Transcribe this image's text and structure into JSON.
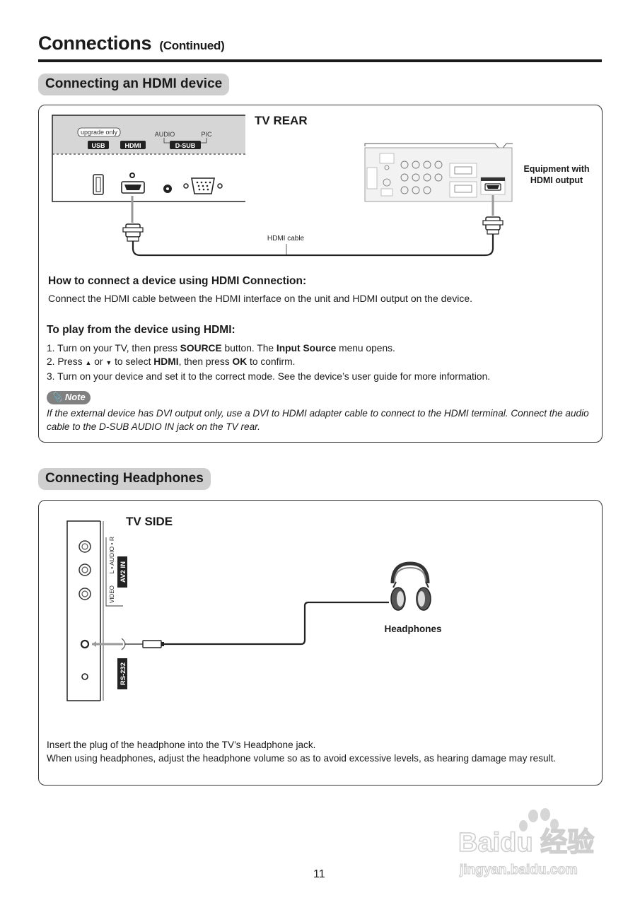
{
  "header": {
    "title": "Connections",
    "subtitle": "(Continued)"
  },
  "hdmi_section": {
    "tab_title": "Connecting an HDMI device",
    "diagram": {
      "tv_rear_label": "TV REAR",
      "port_labels": {
        "upgrade_only": "upgrade only",
        "usb": "USB",
        "hdmi": "HDMI",
        "audio": "AUDIO",
        "pic": "PIC",
        "dsub": "D-SUB"
      },
      "equipment_label_line1": "Equipment with",
      "equipment_label_line2": "HDMI output",
      "cable_label": "HDMI cable"
    },
    "how_to_heading": "How to connect a device using HDMI Connection:",
    "how_to_text": "Connect the HDMI cable between the HDMI interface on the unit and HDMI output on the device.",
    "play_heading": "To play from the device using HDMI:",
    "steps": {
      "s1_a": "1. Turn on your TV,  then press ",
      "s1_b": "SOURCE",
      "s1_c": " button. The ",
      "s1_d": "Input Source",
      "s1_e": " menu opens.",
      "s2_a": "2. Press ",
      "s2_up": "▲",
      "s2_b": " or ",
      "s2_down": "▼",
      "s2_c": " to select ",
      "s2_d": "HDMI",
      "s2_e": ", then press ",
      "s2_f": "OK",
      "s2_g": " to confirm.",
      "s3": "3. Turn on your device and set it to the correct mode. See the device’s user guide for more information."
    },
    "note_label": "Note",
    "note_text": "If the external device has DVI output only, use a DVI to HDMI adapter cable to connect to the HDMI terminal. Connect the audio cable to the D-SUB AUDIO IN jack on the TV rear."
  },
  "headphones_section": {
    "tab_title": "Connecting Headphones",
    "diagram": {
      "tv_side_label": "TV SIDE",
      "audio_label": "L • AUDIO • R",
      "av2_label": "AV2 IN",
      "video_label": "VIDEO",
      "rs232_label": "RS-232",
      "headphones_label": "Headphones"
    },
    "text_line1": "Insert the plug of the headphone into the TV’s Headphone jack.",
    "text_line2": "When using headphones, adjust the headphone volume so as to avoid excessive levels, as hearing damage may result."
  },
  "footer": {
    "page_number": "11",
    "watermark_brand": "Baidu 经验",
    "watermark_url": "jingyan.baidu.com"
  }
}
